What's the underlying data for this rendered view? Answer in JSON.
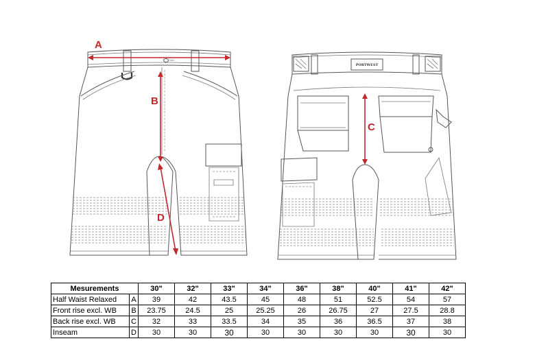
{
  "drawing": {
    "brand_label": "PORTWEST",
    "measure_labels": {
      "a": "A",
      "b": "B",
      "c": "C",
      "d": "D"
    },
    "accent_color": "#c0282d"
  },
  "table": {
    "header": "Mesurements",
    "sizes": [
      "30\"",
      "32\"",
      "33\"",
      "34\"",
      "36\"",
      "38\"",
      "40\"",
      "41\"",
      "42\""
    ],
    "rows": [
      {
        "name": "Half Waist Relaxed",
        "code": "A",
        "values": [
          "39",
          "42",
          "43.5",
          "45",
          "48",
          "51",
          "52.5",
          "54",
          "57"
        ]
      },
      {
        "name": "Front rise excl. WB",
        "code": "B",
        "values": [
          "23.75",
          "24.5",
          "25",
          "25.25",
          "26",
          "26.75",
          "27",
          "27.5",
          "28.8"
        ]
      },
      {
        "name": "Back rise excl. WB",
        "code": "C",
        "values": [
          "32",
          "33",
          "33.5",
          "34",
          "35",
          "36",
          "36.5",
          "37",
          "38"
        ]
      },
      {
        "name": "Inseam",
        "code": "D",
        "values": [
          "30",
          "30",
          "30",
          "30",
          "30",
          "30",
          "30",
          "30",
          "30"
        ]
      }
    ]
  }
}
